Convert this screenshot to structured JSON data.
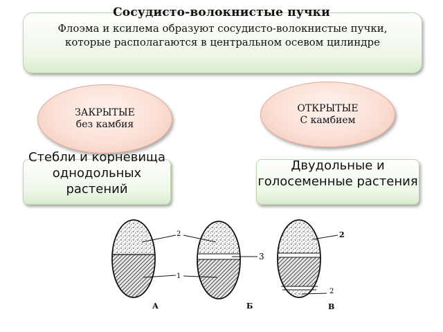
{
  "title": "Сосудисто-волокнистые пучки",
  "intro": "Флоэма и ксилема образуют сосудисто-волокнистые пучки, которые располагаются в центральном осевом цилиндре",
  "closed": {
    "line1": "ЗАКРЫТЫЕ",
    "line2": "без камбия"
  },
  "open": {
    "line1": "ОТКРЫТЫЕ",
    "line2": "С камбием"
  },
  "monocots": "Стебли и корневища однодольных растений",
  "dicots": "Двудольные и голосеменные растения",
  "diagram": {
    "labels": {
      "a": "А",
      "b": "Б",
      "v": "В"
    },
    "numbers": {
      "n2_a": "2",
      "n1": "1",
      "n3": "3",
      "n2_v_top": "2",
      "n2_v_bottom": "2"
    }
  }
}
